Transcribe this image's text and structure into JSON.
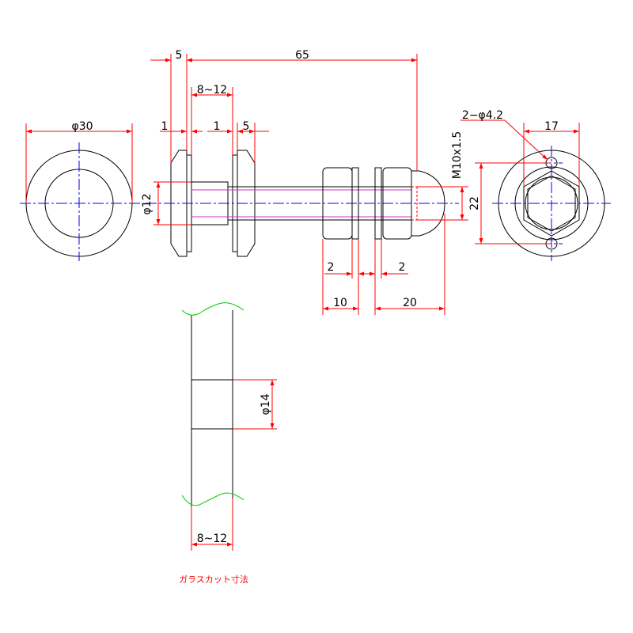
{
  "dimensions": {
    "d_5_top": "5",
    "d_65": "65",
    "d_8_12_top": "8~12",
    "d_1_left": "1",
    "d_1_mid": "1",
    "d_5_mid": "5",
    "d_dia30": "φ30",
    "d_dia12": "φ12",
    "d_2_left": "2",
    "d_2_right": "2",
    "d_10": "10",
    "d_20": "20",
    "d_thread": "M10x1.5",
    "d_22": "22",
    "d_17": "17",
    "d_holes": "2−φ4.2",
    "d_dia14": "φ14",
    "d_8_12_bottom": "8~12"
  },
  "caption": "ガラスカット寸法"
}
